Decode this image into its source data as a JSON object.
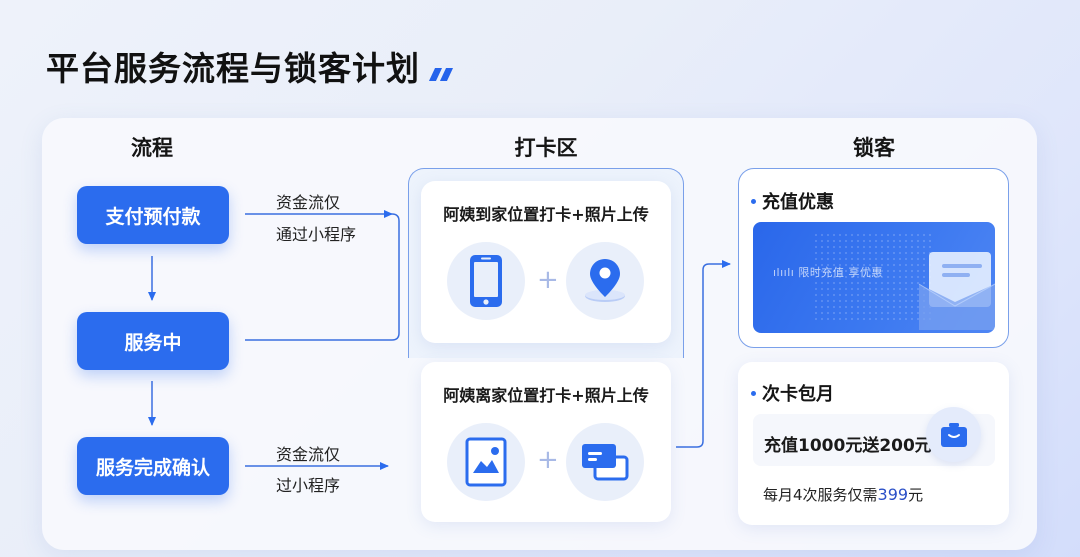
{
  "title": "平台服务流程与锁客计划",
  "columns": {
    "flow": "流程",
    "checkin": "打卡区",
    "lock": "锁客"
  },
  "flow": {
    "steps": [
      "支付预付款",
      "服务中",
      "服务完成确认"
    ],
    "edge_labels": {
      "top_line1": "资金流仅",
      "top_line2": "通过小程序",
      "bottom_line1": "资金流仅",
      "bottom_line2": "过小程序"
    }
  },
  "checkin": {
    "arrive": {
      "title": "阿姨到家位置打卡+照片上传",
      "icons": [
        "phone-icon",
        "location-pin-icon"
      ],
      "joiner": "+"
    },
    "leave": {
      "title": "阿姨离家位置打卡+照片上传",
      "icons": [
        "photo-icon",
        "message-icon"
      ],
      "joiner": "+"
    }
  },
  "lock": {
    "recharge": {
      "title": "充值优惠",
      "banner_text": "ılıılı 限时充值 享优惠"
    },
    "monthly_card": {
      "title": "次卡包月",
      "offer": "充值1000元送200元",
      "monthly_prefix": "每月4次服务仅需",
      "monthly_price": "399",
      "monthly_suffix": "元"
    }
  },
  "colors": {
    "accent": "#2b6cee",
    "line": "#3a6fe0",
    "price": "#2a4fc7"
  }
}
